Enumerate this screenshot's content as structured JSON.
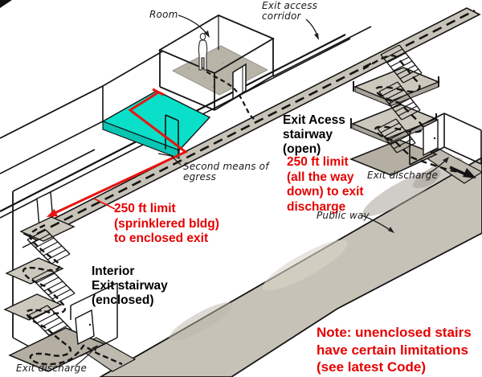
{
  "callouts": {
    "room": "Room",
    "exit_access_corridor": [
      "Exit access",
      "corridor"
    ],
    "second_means_of_egress": [
      "Second means of",
      "egress"
    ],
    "exit_discharge_right": "Exit discharge",
    "public_way": "Public way",
    "exit_discharge_left": "Exit discharge"
  },
  "headings": {
    "open_stair": [
      "Exit Acess",
      "stairway",
      "(open)"
    ],
    "enclosed_stair": [
      "Interior",
      "Exit stairway",
      "(enclosed)"
    ]
  },
  "red_annotations": {
    "open_stair_limit": [
      "250 ft limit",
      "(all the way",
      "down) to exit",
      "discharge"
    ],
    "enclosed_stair_limit": [
      "250 ft limit",
      "(sprinklered bldg)",
      "to enclosed exit"
    ],
    "bottom_note": [
      "Note: unenclosed stairs",
      "have certain limitations",
      "(see latest Code)"
    ]
  },
  "colors": {
    "highlight_cyan": "#0adfca",
    "annotation_red": "#e60000",
    "path_red": "#e8150f",
    "ink_black": "#141414",
    "corridor_gray": "#c8c3b8",
    "street_gray": "#c7c2b7"
  }
}
